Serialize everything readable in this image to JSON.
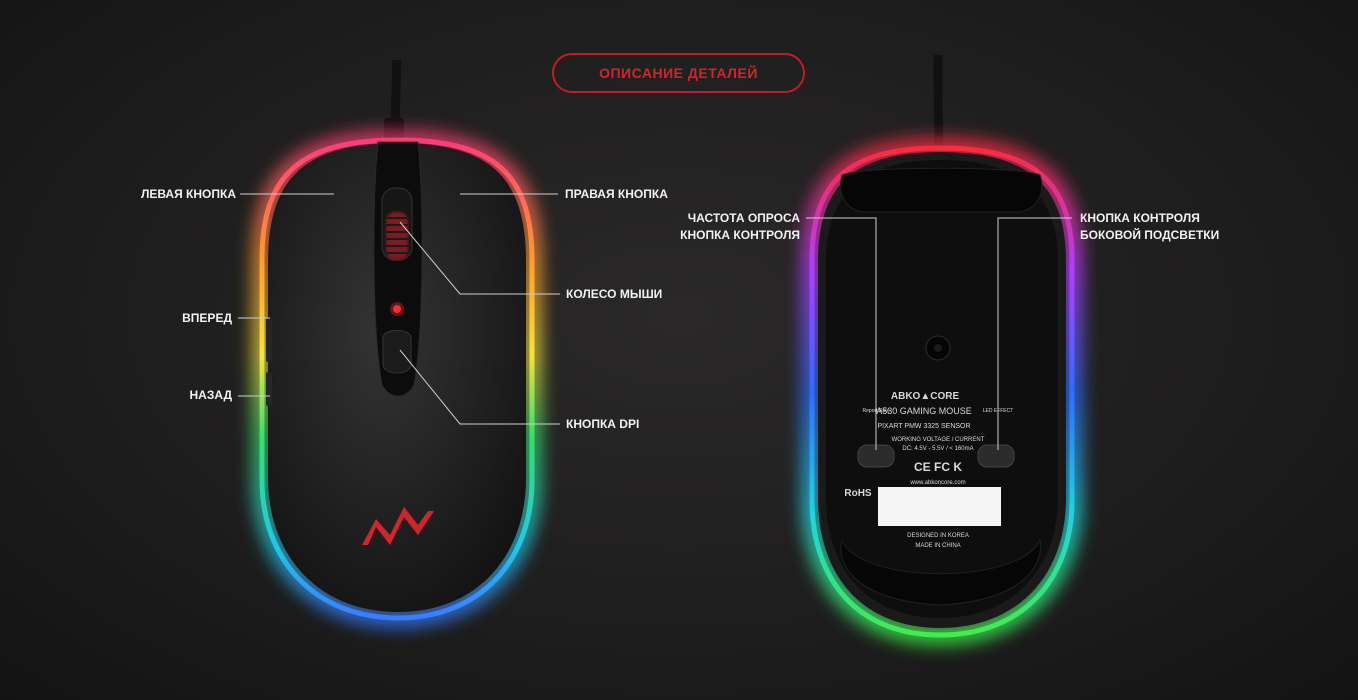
{
  "header": {
    "title": "ОПИСАНИЕ ДЕТАЛЕЙ"
  },
  "top_view": {
    "left_button": "ЛЕВАЯ КНОПКА",
    "right_button": "ПРАВАЯ КНОПКА",
    "scroll_wheel": "КОЛЕСО МЫШИ",
    "forward": "ВПЕРЕД",
    "back": "НАЗАД",
    "dpi_button": "КНОПКА DPI"
  },
  "bottom_view": {
    "polling_rate_line1": "ЧАСТОТА ОПРОСА",
    "polling_rate_line2": "КНОПКА КОНТРОЛЯ",
    "led_control_line1": "КНОПКА КОНТРОЛЯ",
    "led_control_line2": "БОКОВОЙ ПОДСВЕТКИ",
    "brand": "ABKO▲CORE",
    "model": "A530 GAMING MOUSE",
    "sensor": "PIXART PMW 3325 SENSOR",
    "voltage_title": "WORKING VOLTAGE / CURRENT",
    "voltage_value": "DC: 4.5V - 5.5V / < 160mA",
    "certifications": "CE FC K",
    "website": "www.abkoncore.com",
    "rohs": "RoHS",
    "designed": "DESIGNED IN KOREA",
    "made": "MADE IN CHINA",
    "report_rate_small": "Report Rate",
    "led_effect_small": "LED EFFECT"
  },
  "colors": {
    "accent": "#d3242b",
    "background": "#1f1e1e",
    "label": "#f2f2f2"
  }
}
